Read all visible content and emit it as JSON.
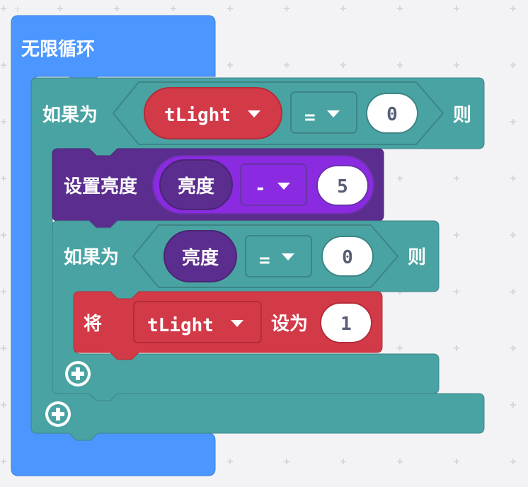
{
  "colors": {
    "background": "#f3f3f6",
    "grid_plus": "#d8d8de",
    "loop_blue": "#4c97ff",
    "logic_teal": "#4aa3a3",
    "logic_dark": "#3c8585",
    "variable_red": "#d33a48",
    "variable_red_dark": "#b52c39",
    "purple_dark": "#5b2d8e",
    "purple_light": "#8a2be2",
    "purple_mid": "#6b32a8"
  },
  "forever_block": {
    "label": "无限循环"
  },
  "if_outer": {
    "label_if": "如果为",
    "label_then": "则",
    "left_variable": "tLight",
    "operator": "=",
    "right_value": "0"
  },
  "set_block": {
    "label": "设置亮度",
    "variable": "亮度",
    "operator": "-",
    "value": "5"
  },
  "if_inner": {
    "label_if": "如果为",
    "label_then": "则",
    "left_variable": "亮度",
    "operator": "=",
    "right_value": "0"
  },
  "assign_block": {
    "label_set": "将",
    "variable": "tLight",
    "label_to": "设为",
    "value": "1"
  },
  "icons": {
    "dropdown": "caret-down-icon",
    "add": "plus-circle-icon"
  }
}
